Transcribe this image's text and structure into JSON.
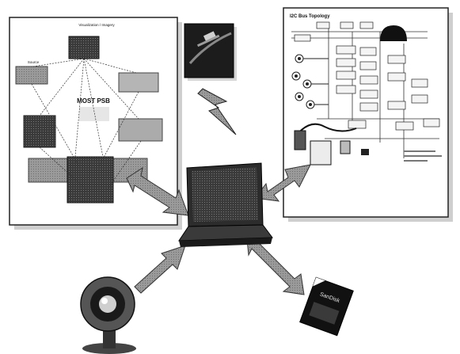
{
  "left_panel": {
    "top_node": "Visualization / Imagery",
    "left_node": "Source",
    "center_label": "MOST PSB"
  },
  "right_panel": {
    "title": "I2C Bus Topology"
  },
  "memory_card": {
    "brand": "SanDisk"
  },
  "colors": {
    "arrow": "#8a8a8a",
    "panel_shadow": "#bdbdbd",
    "dark": "#1b1b1b"
  }
}
